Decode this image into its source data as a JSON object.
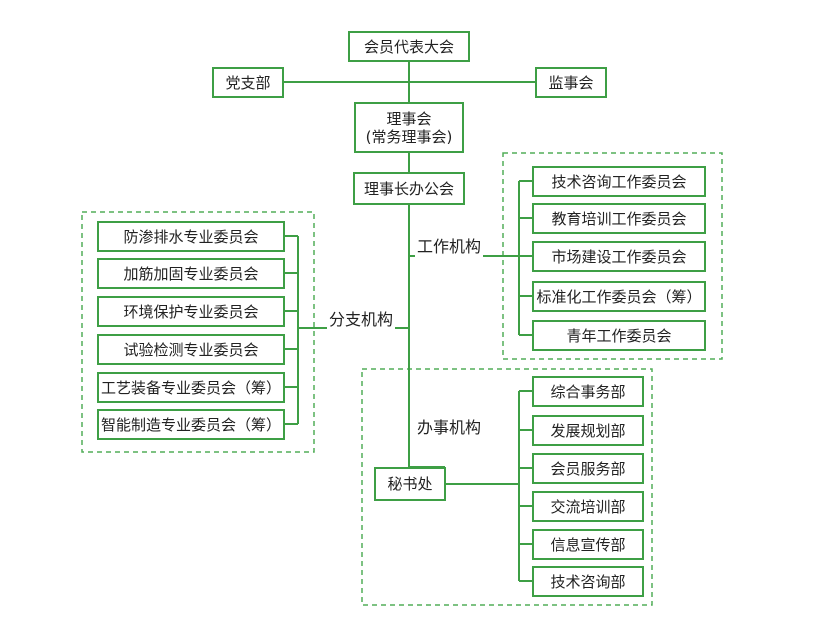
{
  "colors": {
    "line": "#3e9f45",
    "dashed": "#52ad58",
    "text": "#222222"
  },
  "top": {
    "assembly": "会员代表大会",
    "party": "党支部",
    "supervisory": "监事会",
    "council_line1": "理事会",
    "council_line2": "(常务理事会)",
    "office": "理事长办公会"
  },
  "labels": {
    "working": "工作机构",
    "branch": "分支机构",
    "admin": "办事机构"
  },
  "working_committees": [
    "技术咨询工作委员会",
    "教育培训工作委员会",
    "市场建设工作委员会",
    "标准化工作委员会（筹）",
    "青年工作委员会"
  ],
  "branch_committees": [
    "防渗排水专业委员会",
    "加筋加固专业委员会",
    "环境保护专业委员会",
    "试验检测专业委员会",
    "工艺装备专业委员会（筹）",
    "智能制造专业委员会（筹）"
  ],
  "secretariat": "秘书处",
  "departments": [
    "综合事务部",
    "发展规划部",
    "会员服务部",
    "交流培训部",
    "信息宣传部",
    "技术咨询部"
  ]
}
